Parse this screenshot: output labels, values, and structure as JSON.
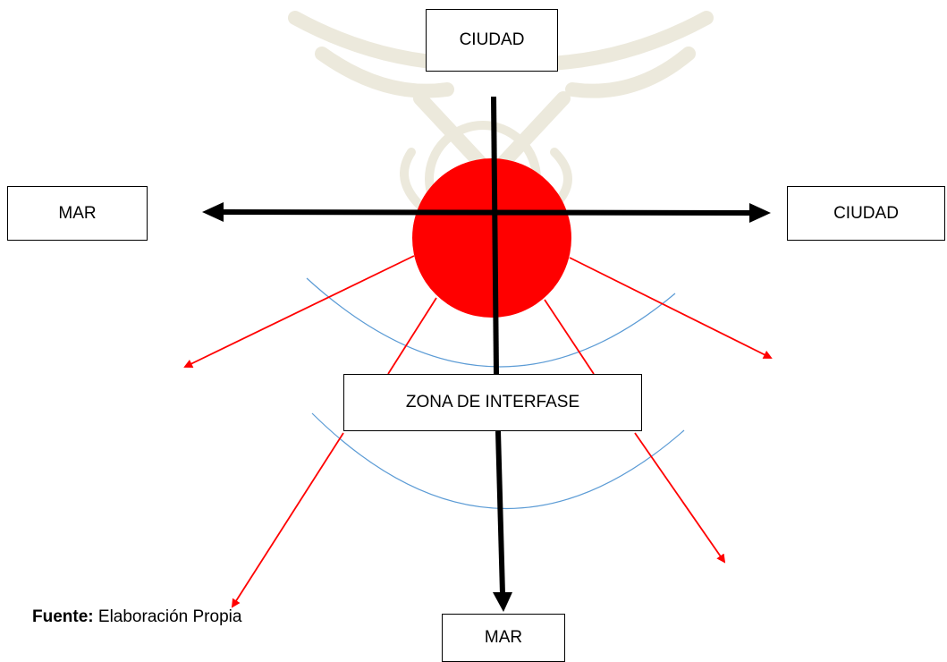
{
  "labels": {
    "top": "CIUDAD",
    "left": "MAR",
    "right": "CIUDAD",
    "middle": "ZONA DE INTERFASE",
    "bottom": "MAR"
  },
  "source": {
    "label": "Fuente:",
    "text": "Elaboración Propia"
  },
  "colors": {
    "center_circle": "#ff0000",
    "radiating_arrows": "#ff0000",
    "main_axes": "#000000",
    "arcs": "#5b9bd5",
    "watermark": "#ece9dc"
  }
}
